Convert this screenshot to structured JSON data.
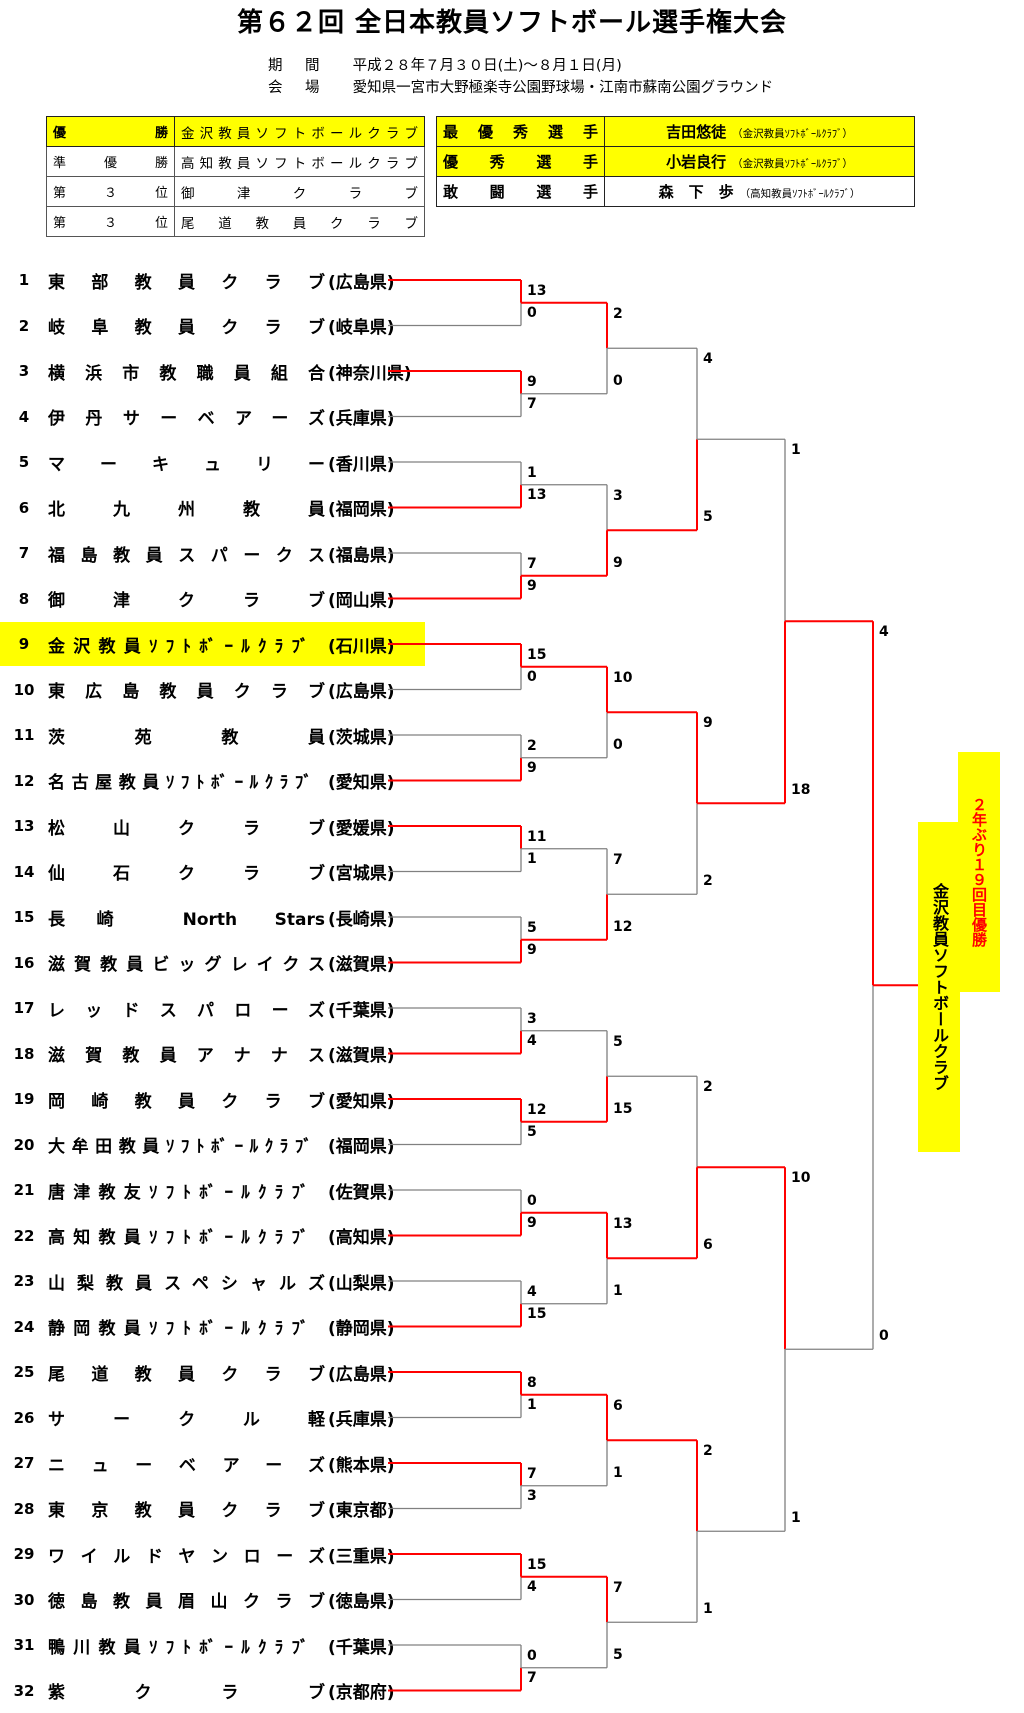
{
  "title": "第６２回 全日本教員ソフトボール選手権大会",
  "info": {
    "period_label": "期　間",
    "period": "平成２８年７月３０日(土)～８月１日(月)",
    "venue_label": "会　場",
    "venue": "愛知県一宮市大野極楽寺公園野球場・江南市蘇南公園グラウンド"
  },
  "results": [
    {
      "rank": "優　勝",
      "team": "金沢教員ソフトボールクラブ"
    },
    {
      "rank": "準　優　勝",
      "team": "高知教員ソフトボールクラブ"
    },
    {
      "rank": "第　３　位",
      "team": "御　津　ク　ラ　ブ"
    },
    {
      "rank": "第　３　位",
      "team": "尾　道　教　員　ク　ラ　ブ"
    }
  ],
  "awards": [
    {
      "award": "最優秀選手",
      "player": "吉田悠徒",
      "team": "（金沢教員ｿﾌﾄﾎﾞｰﾙｸﾗﾌﾞ）"
    },
    {
      "award": "優秀選手",
      "player": "小岩良行",
      "team": "（金沢教員ｿﾌﾄﾎﾞｰﾙｸﾗﾌﾞ）"
    },
    {
      "award": "敢闘選手",
      "player": "森　下　歩",
      "team": "（高知教員ｿﾌﾄﾎﾞｰﾙｸﾗﾌﾞ）"
    }
  ],
  "teams": [
    {
      "no": "1",
      "name": "東部教員クラブ",
      "pref": "(広島県)"
    },
    {
      "no": "2",
      "name": "岐阜教員クラブ",
      "pref": "(岐阜県)"
    },
    {
      "no": "3",
      "name": "横浜市教職員組合",
      "pref": "(神奈川県)"
    },
    {
      "no": "4",
      "name": "伊丹サーベアーズ",
      "pref": "(兵庫県)"
    },
    {
      "no": "5",
      "name": "マーキュリー",
      "pref": "(香川県)"
    },
    {
      "no": "6",
      "name": "北九州教員",
      "pref": "(福岡県)"
    },
    {
      "no": "7",
      "name": "福島教員スパークス",
      "pref": "(福島県)"
    },
    {
      "no": "8",
      "name": "御津クラブ",
      "pref": "(岡山県)"
    },
    {
      "no": "9",
      "name": "金沢教員ｿﾌﾄﾎﾞｰﾙｸﾗﾌﾞ",
      "pref": "(石川県)"
    },
    {
      "no": "10",
      "name": "東広島教員クラブ",
      "pref": "(広島県)"
    },
    {
      "no": "11",
      "name": "茨苑教員",
      "pref": "(茨城県)"
    },
    {
      "no": "12",
      "name": "名古屋教員ｿﾌﾄﾎﾞｰﾙｸﾗﾌﾞ",
      "pref": "(愛知県)"
    },
    {
      "no": "13",
      "name": "松山クラブ",
      "pref": "(愛媛県)"
    },
    {
      "no": "14",
      "name": "仙石クラブ",
      "pref": "(宮城県)"
    },
    {
      "no": "15",
      "name": "長崎 North Stars",
      "pref": "(長崎県)"
    },
    {
      "no": "16",
      "name": "滋賀教員ビッグレイクス",
      "pref": "(滋賀県)"
    },
    {
      "no": "17",
      "name": "レッドスパローズ",
      "pref": "(千葉県)"
    },
    {
      "no": "18",
      "name": "滋賀教員アナナス",
      "pref": "(滋賀県)"
    },
    {
      "no": "19",
      "name": "岡崎教員クラブ",
      "pref": "(愛知県)"
    },
    {
      "no": "20",
      "name": "大牟田教員ｿﾌﾄﾎﾞｰﾙｸﾗﾌﾞ",
      "pref": "(福岡県)"
    },
    {
      "no": "21",
      "name": "唐津教友ｿﾌﾄﾎﾞｰﾙｸﾗﾌﾞ",
      "pref": "(佐賀県)"
    },
    {
      "no": "22",
      "name": "高知教員ｿﾌﾄﾎﾞｰﾙｸﾗﾌﾞ",
      "pref": "(高知県)"
    },
    {
      "no": "23",
      "name": "山梨教員スペシャルズ",
      "pref": "(山梨県)"
    },
    {
      "no": "24",
      "name": "静岡教員ｿﾌﾄﾎﾞｰﾙｸﾗﾌﾞ",
      "pref": "(静岡県)"
    },
    {
      "no": "25",
      "name": "尾道教員クラブ",
      "pref": "(広島県)"
    },
    {
      "no": "26",
      "name": "サークル軽",
      "pref": "(兵庫県)"
    },
    {
      "no": "27",
      "name": "ニューベアーズ",
      "pref": "(熊本県)"
    },
    {
      "no": "28",
      "name": "東京教員クラブ",
      "pref": "(東京都)"
    },
    {
      "no": "29",
      "name": "ワイルドヤンローズ",
      "pref": "(三重県)"
    },
    {
      "no": "30",
      "name": "徳島教員眉山クラブ",
      "pref": "(徳島県)"
    },
    {
      "no": "31",
      "name": "鴨川教員ｿﾌﾄﾎﾞｰﾙｸﾗﾌﾞ",
      "pref": "(千葉県)"
    },
    {
      "no": "32",
      "name": "紫クラブ",
      "pref": "(京都府)"
    }
  ],
  "highlight_team_index": 8,
  "round1_scores": [
    [
      "13",
      "0"
    ],
    [
      "9",
      "7"
    ],
    [
      "1",
      "13"
    ],
    [
      "7",
      "9"
    ],
    [
      "15",
      "0"
    ],
    [
      "2",
      "9"
    ],
    [
      "11",
      "1"
    ],
    [
      "5",
      "9"
    ],
    [
      "3",
      "4"
    ],
    [
      "12",
      "5"
    ],
    [
      "0",
      "9"
    ],
    [
      "4",
      "15"
    ],
    [
      "8",
      "1"
    ],
    [
      "7",
      "3"
    ],
    [
      "15",
      "4"
    ],
    [
      "0",
      "7"
    ]
  ],
  "round1_winners": [
    0,
    0,
    1,
    1,
    0,
    1,
    0,
    1,
    1,
    0,
    1,
    1,
    0,
    0,
    0,
    1
  ],
  "round2_scores": [
    [
      "2",
      "0"
    ],
    [
      "3",
      "9"
    ],
    [
      "10",
      "0"
    ],
    [
      "7",
      "12"
    ],
    [
      "5",
      "15"
    ],
    [
      "13",
      "1"
    ],
    [
      "6",
      "1"
    ],
    [
      "7",
      "5"
    ]
  ],
  "round2_winners": [
    0,
    1,
    0,
    1,
    1,
    0,
    0,
    0
  ],
  "round3_scores": [
    [
      "4",
      "5"
    ],
    [
      "9",
      "2"
    ],
    [
      "2",
      "6"
    ],
    [
      "2",
      "1"
    ]
  ],
  "round3_winners": [
    1,
    0,
    1,
    0
  ],
  "semi_scores": [
    [
      "1",
      "18"
    ],
    [
      "10",
      "1"
    ]
  ],
  "semi_winners": [
    1,
    0
  ],
  "final_scores": [
    "4",
    "0"
  ],
  "final_winner": 0,
  "champion": "金沢教員ソフトボールクラブ",
  "champion_note": "２年ぶり１９回目優勝",
  "colors": {
    "win_line": "#ff0000",
    "lose_line": "#808080",
    "highlight": "#ffff00"
  }
}
